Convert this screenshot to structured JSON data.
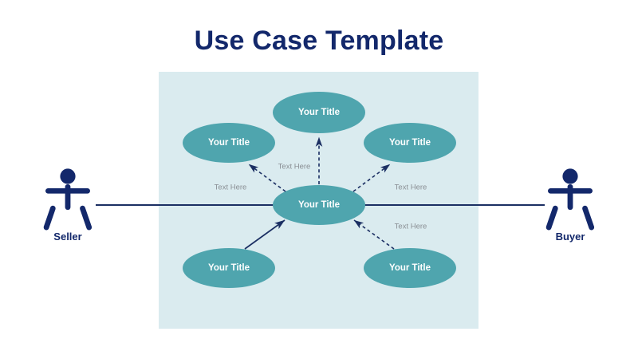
{
  "slide": {
    "title": "Use Case Template",
    "title_color": "#13286B",
    "background_color": "#FFFFFF",
    "panel_color": "#DAEBEF",
    "node_color": "#4FA5AE",
    "node_text_color": "#FFFFFF",
    "connector_color": "#1B2F63",
    "edge_label_color": "#8A8F94"
  },
  "actors": [
    {
      "id": "seller",
      "label": "Seller",
      "icon": "actor-stick-figure-icon",
      "side": "left"
    },
    {
      "id": "buyer",
      "label": "Buyer",
      "icon": "actor-stick-figure-icon",
      "side": "right"
    }
  ],
  "use_cases": [
    {
      "id": "top",
      "label": "Your Title",
      "position": "top"
    },
    {
      "id": "upper-left",
      "label": "Your Title",
      "position": "upper-left"
    },
    {
      "id": "upper-right",
      "label": "Your Title",
      "position": "upper-right"
    },
    {
      "id": "center",
      "label": "Your Title",
      "position": "center"
    },
    {
      "id": "lower-left",
      "label": "Your Title",
      "position": "lower-left"
    },
    {
      "id": "lower-right",
      "label": "Your Title",
      "position": "lower-right"
    }
  ],
  "edge_labels": [
    {
      "id": "label-upper-left",
      "text": "Text Here"
    },
    {
      "id": "label-top",
      "text": "Text Here"
    },
    {
      "id": "label-upper-right",
      "text": "Text Here"
    },
    {
      "id": "label-lower-right",
      "text": "Text Here"
    }
  ],
  "connectors": [
    {
      "id": "center-to-upper-left",
      "style": "dashed",
      "from": "center",
      "to": "upper-left"
    },
    {
      "id": "center-to-top",
      "style": "dashed",
      "from": "center",
      "to": "top"
    },
    {
      "id": "center-to-upper-right",
      "style": "dashed",
      "from": "center",
      "to": "upper-right"
    },
    {
      "id": "lower-left-to-center",
      "style": "solid",
      "from": "lower-left",
      "to": "center"
    },
    {
      "id": "lower-right-to-center",
      "style": "dashed",
      "from": "lower-right",
      "to": "center"
    },
    {
      "id": "seller-to-buyer-axis",
      "style": "solid",
      "from": "seller",
      "to": "buyer"
    }
  ]
}
